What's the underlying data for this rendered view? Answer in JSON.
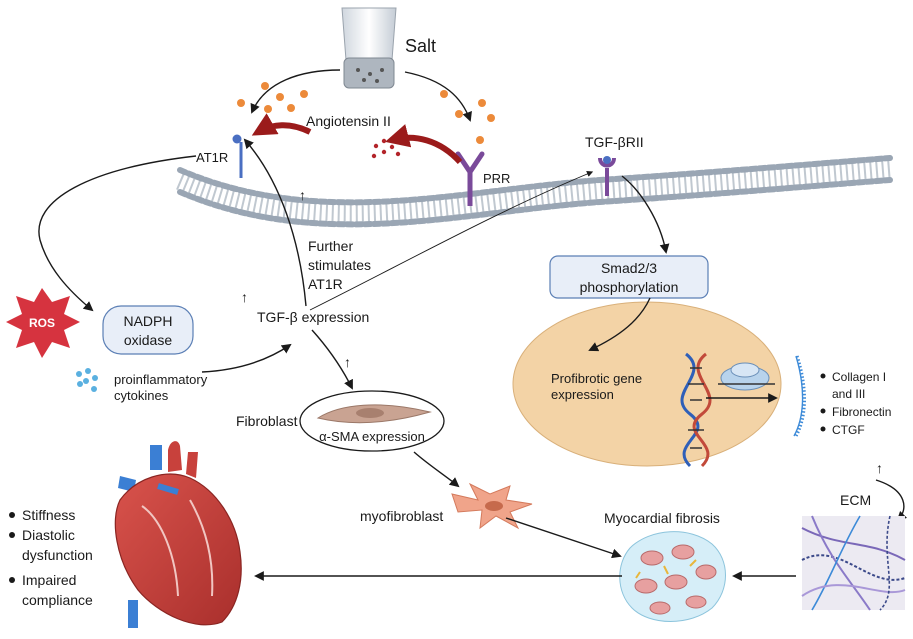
{
  "labels": {
    "salt": "Salt",
    "angiotensin": "Angiotensin II",
    "at1r": "AT1R",
    "prr": "PRR",
    "tgf_receptor": "TGF-βRII",
    "further_1": "Further",
    "further_2": "stimulates",
    "further_3": "AT1R",
    "tgf_expression": "TGF-β expression",
    "ros": "ROS",
    "nadph_1": "NADPH",
    "nadph_2": "oxidase",
    "cytokines_1": "proinflammatory",
    "cytokines_2": "cytokines",
    "smad_1": "Smad2/3",
    "smad_2": "phosphorylation",
    "profibrotic_1": "Profibrotic gene",
    "profibrotic_2": "expression",
    "fibroblast": "Fibroblast",
    "asma": "α-SMA expression",
    "myofibroblast": "myofibroblast",
    "myocardial_fibrosis": "Myocardial fibrosis",
    "ecm": "ECM",
    "ecm_items": [
      "Collagen I",
      "and III",
      "Fibronectin",
      "CTGF"
    ],
    "heart_effects": [
      "Stiffness",
      "Diastolic",
      "dysfunction",
      "Impaired",
      "compliance"
    ]
  },
  "colors": {
    "membrane": "#8c9aaa",
    "membrane_head": "#9aa6b4",
    "angiotensin_arrow": "#9b1b1b",
    "salt_dot": "#ec8a3a",
    "ros": "#d6333f",
    "nadph_box": "#e8eef8",
    "nucleus": "#f3d3a6",
    "receptor_purple": "#7a4a9a",
    "receptor_blue": "#4a6fc2",
    "heart": "#c8413c",
    "ecm_fiber": "#3c8ad8"
  },
  "icons": [
    "salt-shaker-icon",
    "ros-star-icon",
    "dna-icon",
    "ribosome-icon",
    "mrna-icon",
    "heart-icon",
    "fibroblast-cell-icon",
    "myofibroblast-cell-icon",
    "fibrotic-tissue-icon",
    "ecm-mesh-icon",
    "cytokine-dots-icon"
  ]
}
